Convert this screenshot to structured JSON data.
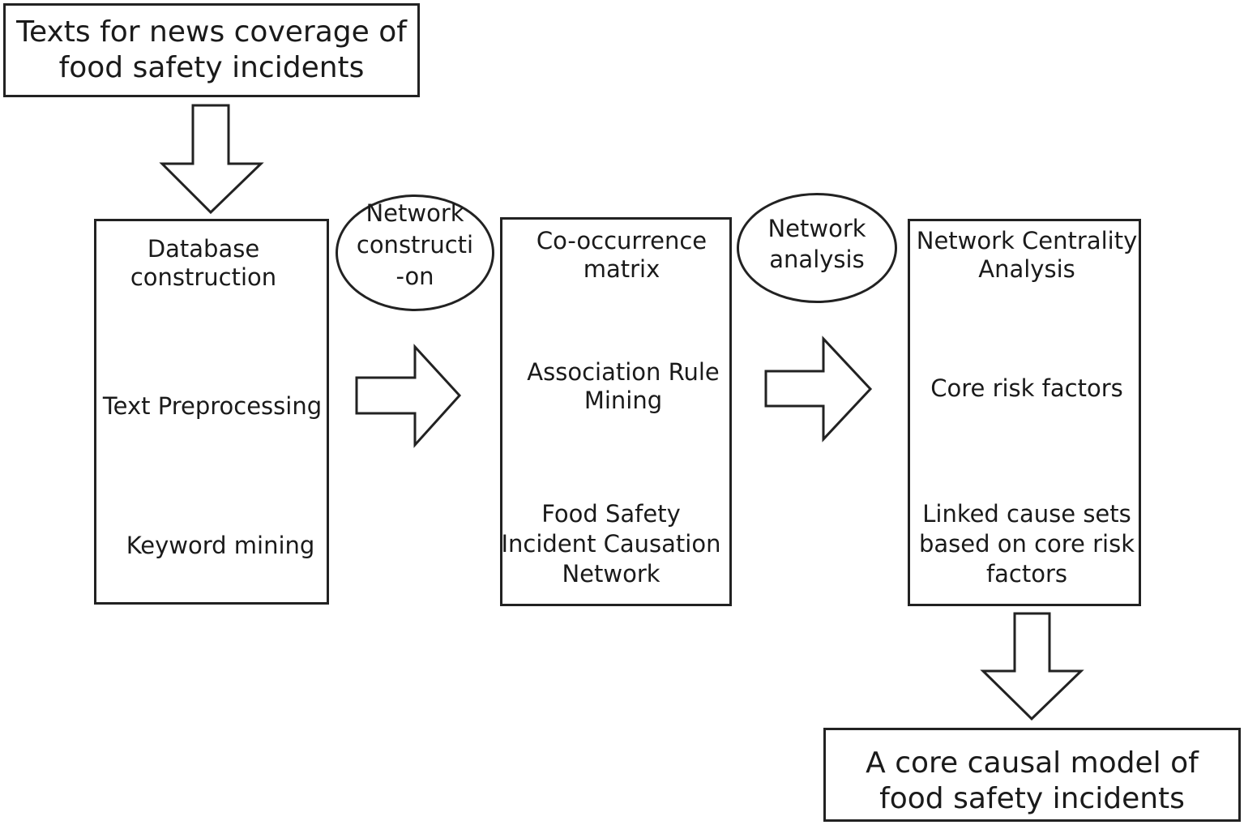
{
  "top_box": {
    "line1": "Texts for news coverage of",
    "line2": "food safety incidents"
  },
  "stage1": {
    "step1": {
      "line1": "Database",
      "line2": "construction"
    },
    "step2": "Text Preprocessing",
    "step3": "Keyword mining"
  },
  "oval1": {
    "line1": "Network",
    "line2": "constructi",
    "line3": "-on"
  },
  "stage2": {
    "step1": {
      "line1": "Co-occurrence",
      "line2": "matrix"
    },
    "step2": {
      "line1": "Association Rule",
      "line2": "Mining"
    },
    "step3": {
      "line1": "Food Safety",
      "line2": "Incident Causation",
      "line3": "Network"
    }
  },
  "oval2": {
    "line1": "Network",
    "line2": "analysis"
  },
  "stage3": {
    "step1": {
      "line1": "Network Centrality",
      "line2": "Analysis"
    },
    "step2": "Core risk factors",
    "step3": {
      "line1": "Linked cause sets",
      "line2": "based on core risk",
      "line3": "factors"
    }
  },
  "bottom_box": {
    "line1": "A core causal model of",
    "line2": "food safety incidents"
  }
}
